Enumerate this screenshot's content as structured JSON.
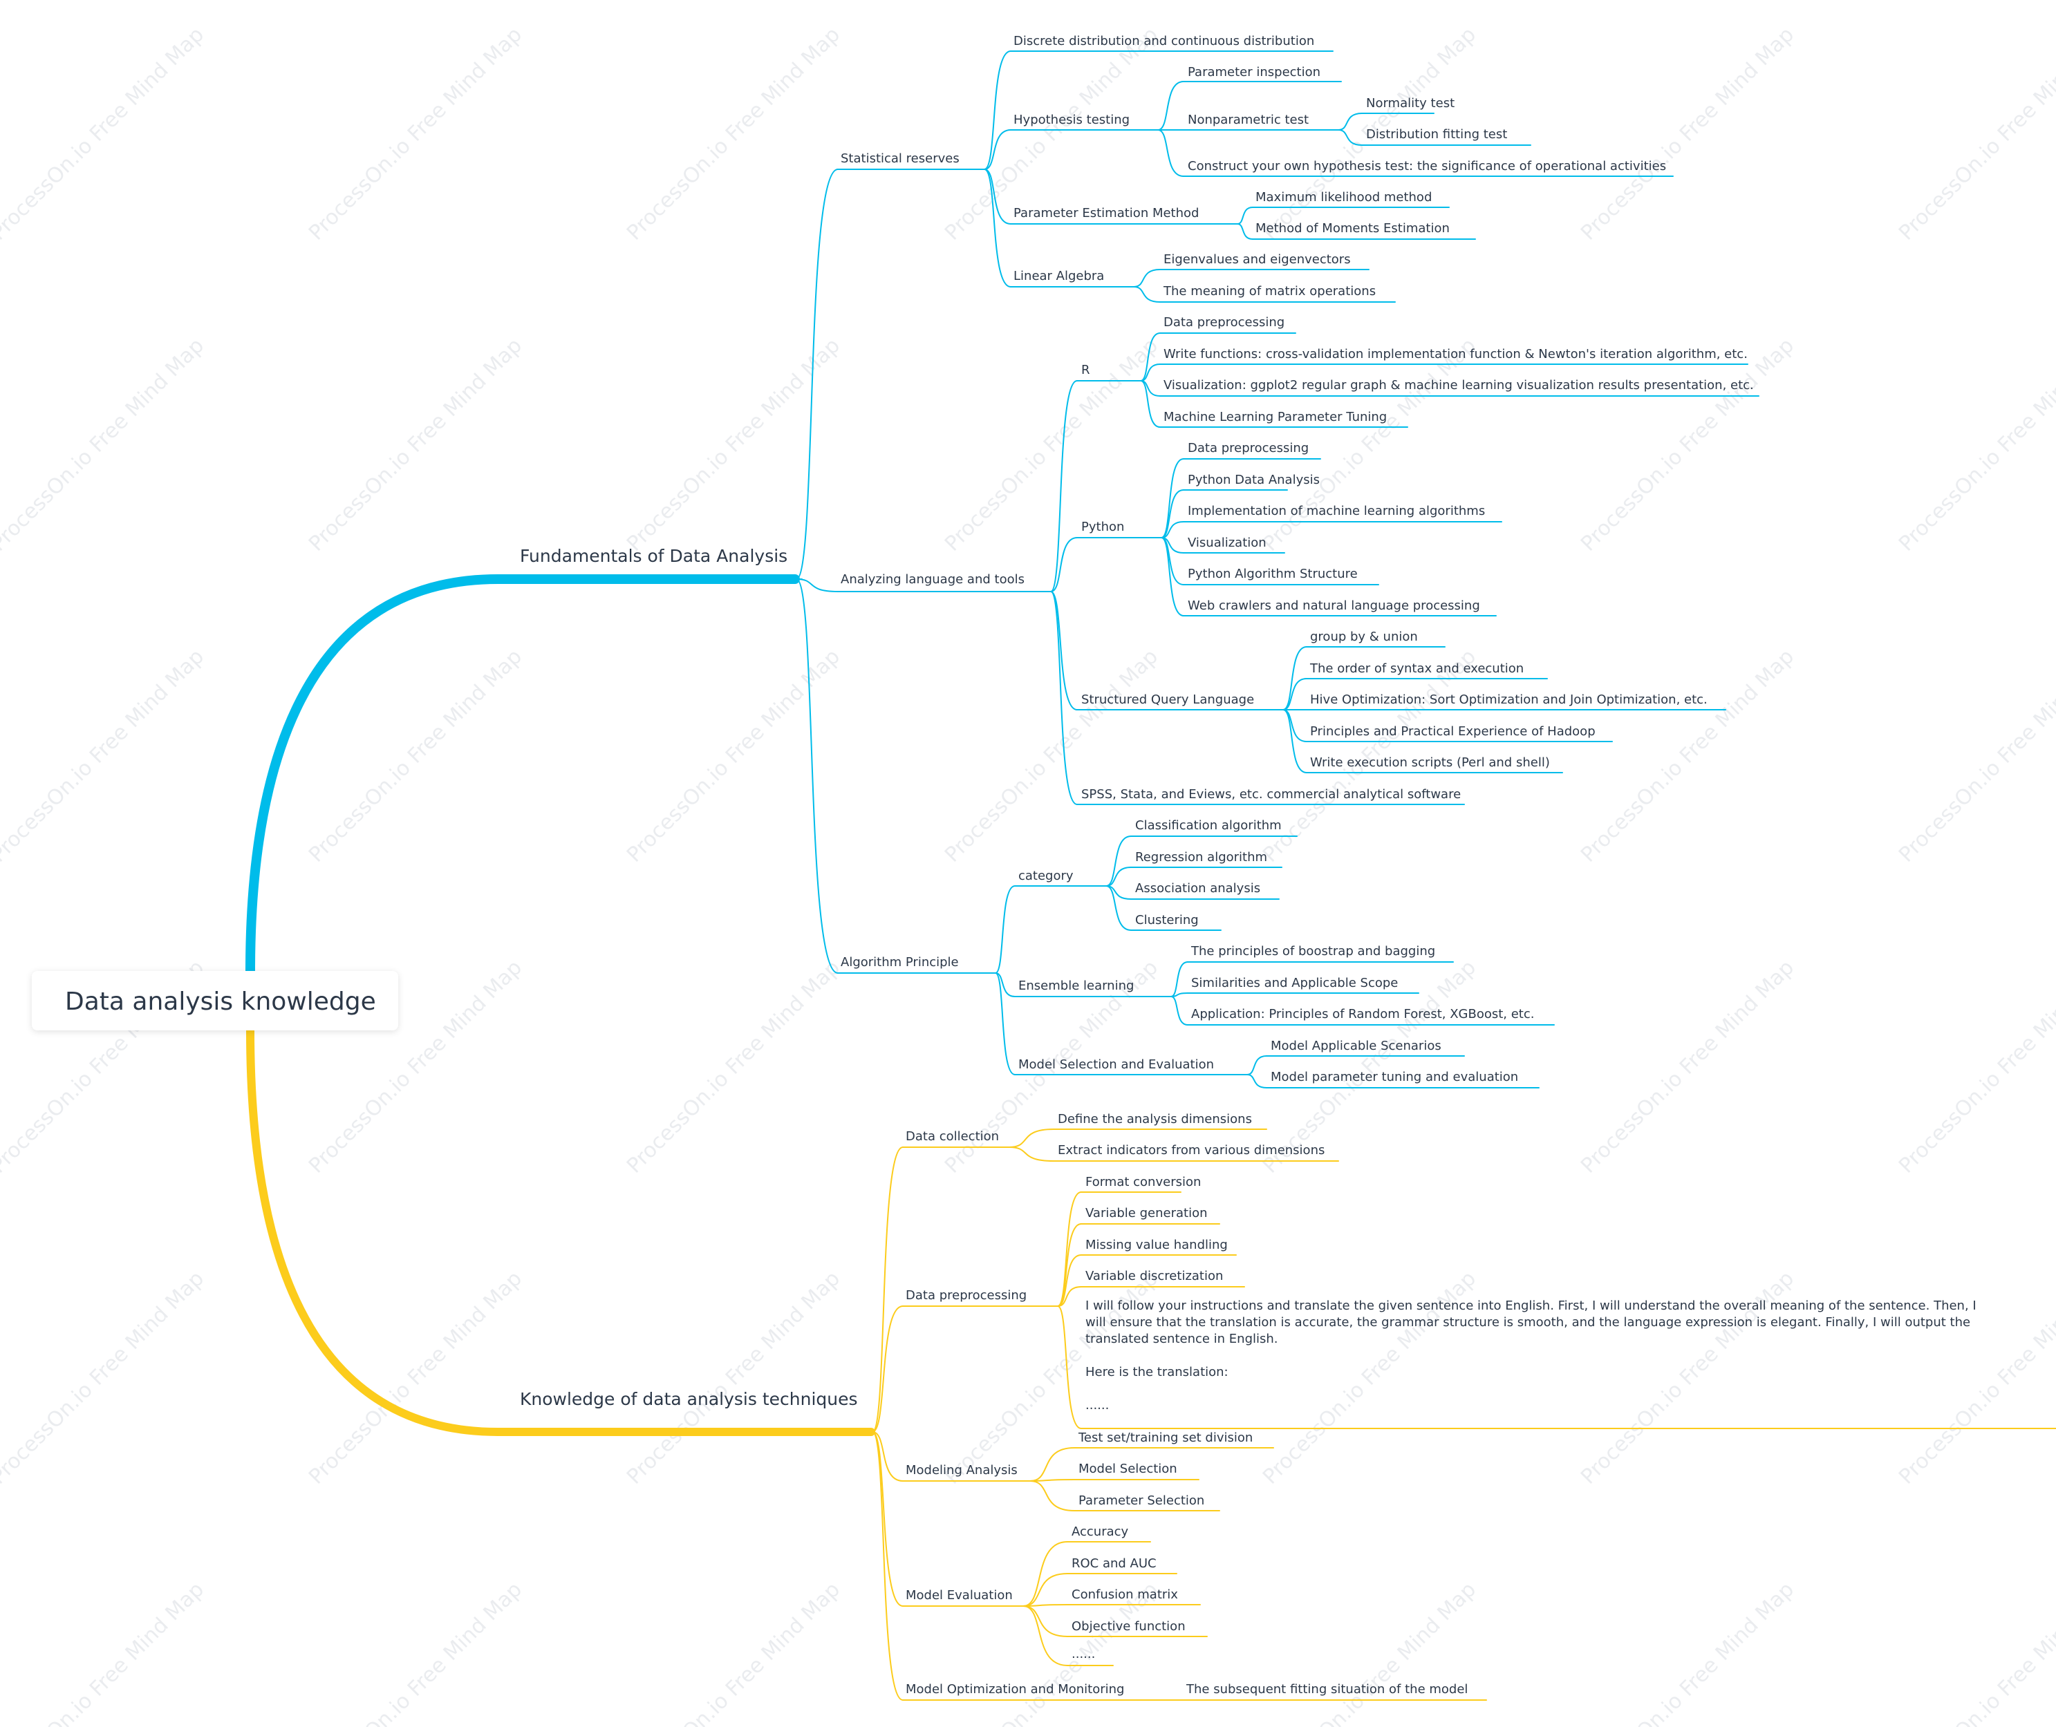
{
  "root": {
    "label": "Data analysis knowledge"
  },
  "colors": {
    "branch_blue": "#00bcea",
    "branch_yellow": "#fccc1c",
    "text": "#2c3848"
  },
  "watermark": "ProcessOn.io Free Mind Map",
  "fundamentals": {
    "label": "Fundamentals of Data Analysis",
    "statistical": {
      "label": "Statistical reserves",
      "discrete": "Discrete distribution and continuous distribution",
      "hypothesis": {
        "label": "Hypothesis testing",
        "param_inspection": "Parameter inspection",
        "nonparametric": {
          "label": "Nonparametric test",
          "normality": "Normality test",
          "distribution_fitting": "Distribution fitting test"
        },
        "construct": "Construct your own hypothesis test: the significance of operational activities"
      },
      "estimation": {
        "label": "Parameter Estimation Method",
        "mle": "Maximum likelihood method",
        "moments": "Method of Moments Estimation"
      },
      "linear_algebra": {
        "label": "Linear Algebra",
        "eigen": "Eigenvalues and eigenvectors",
        "matrix": "The meaning of matrix operations"
      }
    },
    "tools": {
      "label": "Analyzing language and tools",
      "r": {
        "label": "R",
        "items": [
          "Data preprocessing",
          "Write functions: cross-validation implementation function & Newton's iteration algorithm, etc.",
          "Visualization: ggplot2 regular graph & machine learning visualization results presentation, etc.",
          "Machine Learning Parameter Tuning"
        ]
      },
      "python": {
        "label": "Python",
        "items": [
          "Data preprocessing",
          "Python Data Analysis",
          "Implementation of machine learning algorithms",
          "Visualization",
          "Python Algorithm Structure",
          "Web crawlers and natural language processing"
        ]
      },
      "sql": {
        "label": "Structured Query Language",
        "items": [
          "group by & union",
          "The order of syntax and execution",
          "Hive Optimization: Sort Optimization and Join Optimization, etc.",
          "Principles and Practical Experience of Hadoop",
          "Write execution scripts (Perl and shell)"
        ]
      },
      "spss": "SPSS, Stata, and Eviews, etc. commercial analytical software"
    },
    "algorithm": {
      "label": "Algorithm Principle",
      "category": {
        "label": "category",
        "items": [
          "Classification algorithm",
          "Regression algorithm",
          "Association analysis",
          "Clustering"
        ]
      },
      "ensemble": {
        "label": "Ensemble learning",
        "items": [
          "The principles of boostrap and bagging",
          "Similarities and Applicable Scope",
          "Application: Principles of Random Forest, XGBoost, etc."
        ]
      },
      "model_selection": {
        "label": "Model Selection and Evaluation",
        "items": [
          "Model Applicable Scenarios",
          "Model parameter tuning and evaluation"
        ]
      }
    }
  },
  "techniques": {
    "label": "Knowledge of data analysis techniques",
    "collection": {
      "label": "Data collection",
      "items": [
        "Define the analysis dimensions",
        "Extract indicators from various dimensions"
      ]
    },
    "preprocessing": {
      "label": "Data preprocessing",
      "items": [
        "Format conversion",
        "Variable generation",
        "Missing value handling",
        "Variable discretization"
      ],
      "long_text": {
        "line1": "I will follow your instructions and translate the given sentence into English. First, I will understand the overall meaning of the sentence. Then, I will ensure that the translation is accurate, the grammar structure is smooth, and the language expression is elegant. Finally, I will output the translated sentence in English.",
        "line2": "Here is the translation:",
        "line3": "......"
      }
    },
    "modeling": {
      "label": "Modeling Analysis",
      "items": [
        "Test set/training set division",
        "Model Selection",
        "Parameter Selection"
      ]
    },
    "evaluation": {
      "label": "Model Evaluation",
      "items": [
        "Accuracy",
        "ROC and AUC",
        "Confusion matrix",
        "Objective function",
        "......"
      ]
    },
    "optimization": {
      "label": "Model Optimization and Monitoring",
      "child": "The subsequent fitting situation of the model"
    }
  }
}
